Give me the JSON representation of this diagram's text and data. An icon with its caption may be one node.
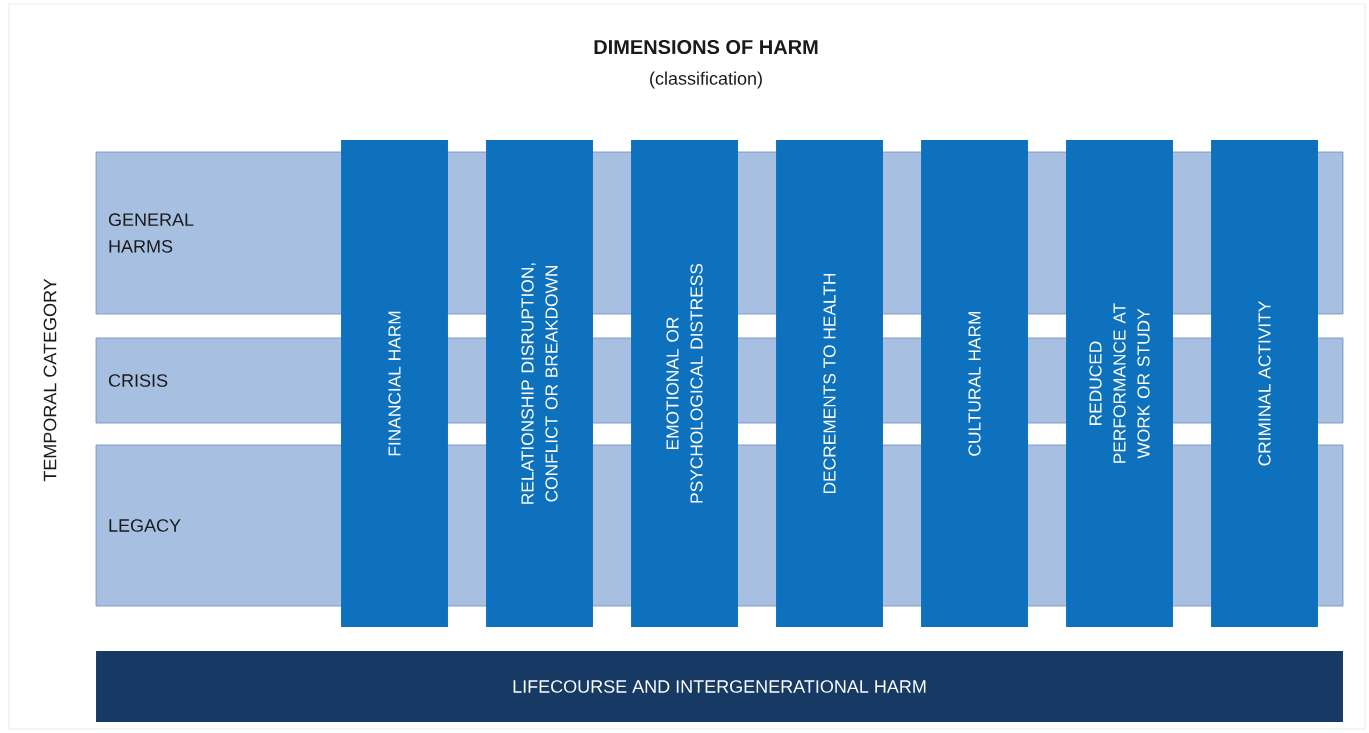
{
  "diagram": {
    "title": "DIMENSIONS OF HARM",
    "nodes": [
      {
        "text": [
          "GENERAL HARMS"
        ]
      },
      {
        "text": [
          "CRISIS"
        ]
      },
      {
        "text": [
          "LEGACY"
        ]
      },
      {
        "text": [
          "FINANCIAL HARM"
        ]
      },
      {
        "text": [
          "RELATIONSHIP DISRUPTION, CONFLICT OR BREAKDOWN"
        ]
      },
      {
        "text": [
          "EMOTIONAL OR PSYCHOLOGICAL DISTRESS"
        ]
      },
      {
        "text": [
          "DECREMENTS TO HEALTH"
        ]
      },
      {
        "text": [
          "CULTURAL HARM"
        ]
      },
      {
        "text": [
          "REDUCED PERFORMANCE AT WORK OR STUDY"
        ]
      },
      {
        "text": [
          "CRIMINAL ACTIVITY"
        ]
      },
      {
        "text": [
          "LIFECOURSE AND INTERGENERATIONAL HARM"
        ]
      }
    ],
    "labels": [
      "(classification)",
      "TEMPORAL CATEGORY"
    ]
  }
}
